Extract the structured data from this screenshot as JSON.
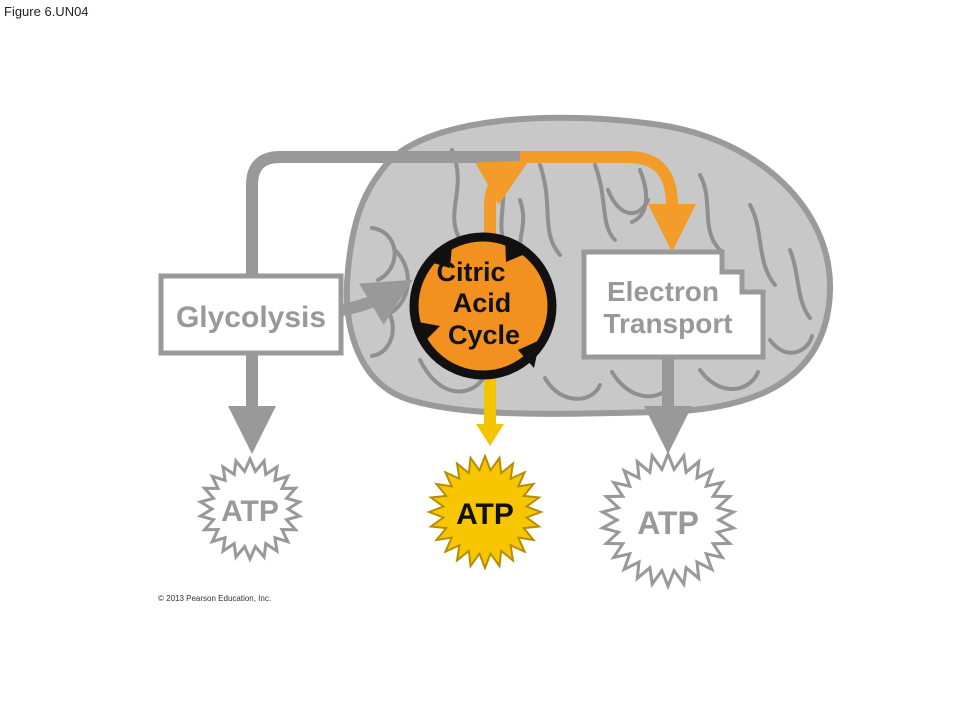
{
  "figure_label": "Figure 6.UN04",
  "copyright": "© 2013 Pearson Education, Inc.",
  "stages": {
    "glycolysis": "Glycolysis",
    "citric_acid_cycle": [
      "Citric",
      "Acid",
      "Cycle"
    ],
    "electron_transport": [
      "Electron",
      "Transport"
    ]
  },
  "atp": {
    "glycolysis": "ATP",
    "citric_acid_cycle": "ATP",
    "electron_transport": "ATP"
  },
  "colors": {
    "mitochondrion_fill": "#c8c8c8",
    "mitochondrion_outline": "#9a9a9a",
    "gray_arrow": "#999999",
    "orange_arrow": "#f39c2a",
    "cycle_fill": "#f39120",
    "yellow_arrow": "#f5c400",
    "atp_highlight": "#f8c600"
  }
}
